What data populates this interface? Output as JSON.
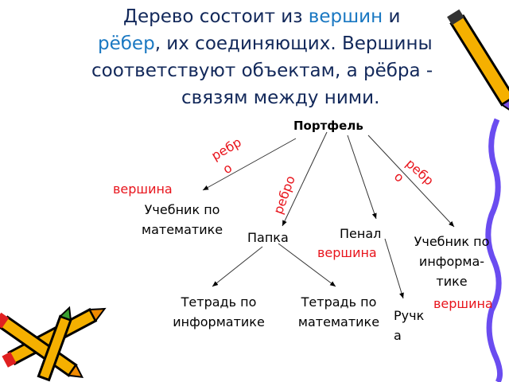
{
  "title": {
    "line1_a": "Дерево состоит из ",
    "line1_b": "вершин",
    "line1_c": " и",
    "line2_a": "рёбер",
    "line2_b": ", их соединяющих. Вершины",
    "line3": "соответствуют объектам, а рёбра -",
    "line4": "связям между ними."
  },
  "tree": {
    "root": "Портфель",
    "node_textbook_math": [
      "Учебник по",
      "математике"
    ],
    "node_folder": "Папка",
    "node_pencil_case": "Пенал",
    "node_textbook_cs": [
      "Учебник по",
      "информа-",
      "тике"
    ],
    "node_notebook_cs": [
      "Тетрадь по",
      "информатике"
    ],
    "node_notebook_math": [
      "Тетрадь по",
      "математике"
    ],
    "node_pen": [
      "Ручк",
      "а"
    ]
  },
  "labels": {
    "vertex": "вершина",
    "edge_1": [
      "ребр",
      "о"
    ],
    "edge_2": "ребро",
    "edge_3": [
      "ребр",
      "о"
    ]
  },
  "colors": {
    "title": "#12285a",
    "highlight": "#1a78c2",
    "label": "#e8141c",
    "decor_line": "#6a4cf0"
  }
}
